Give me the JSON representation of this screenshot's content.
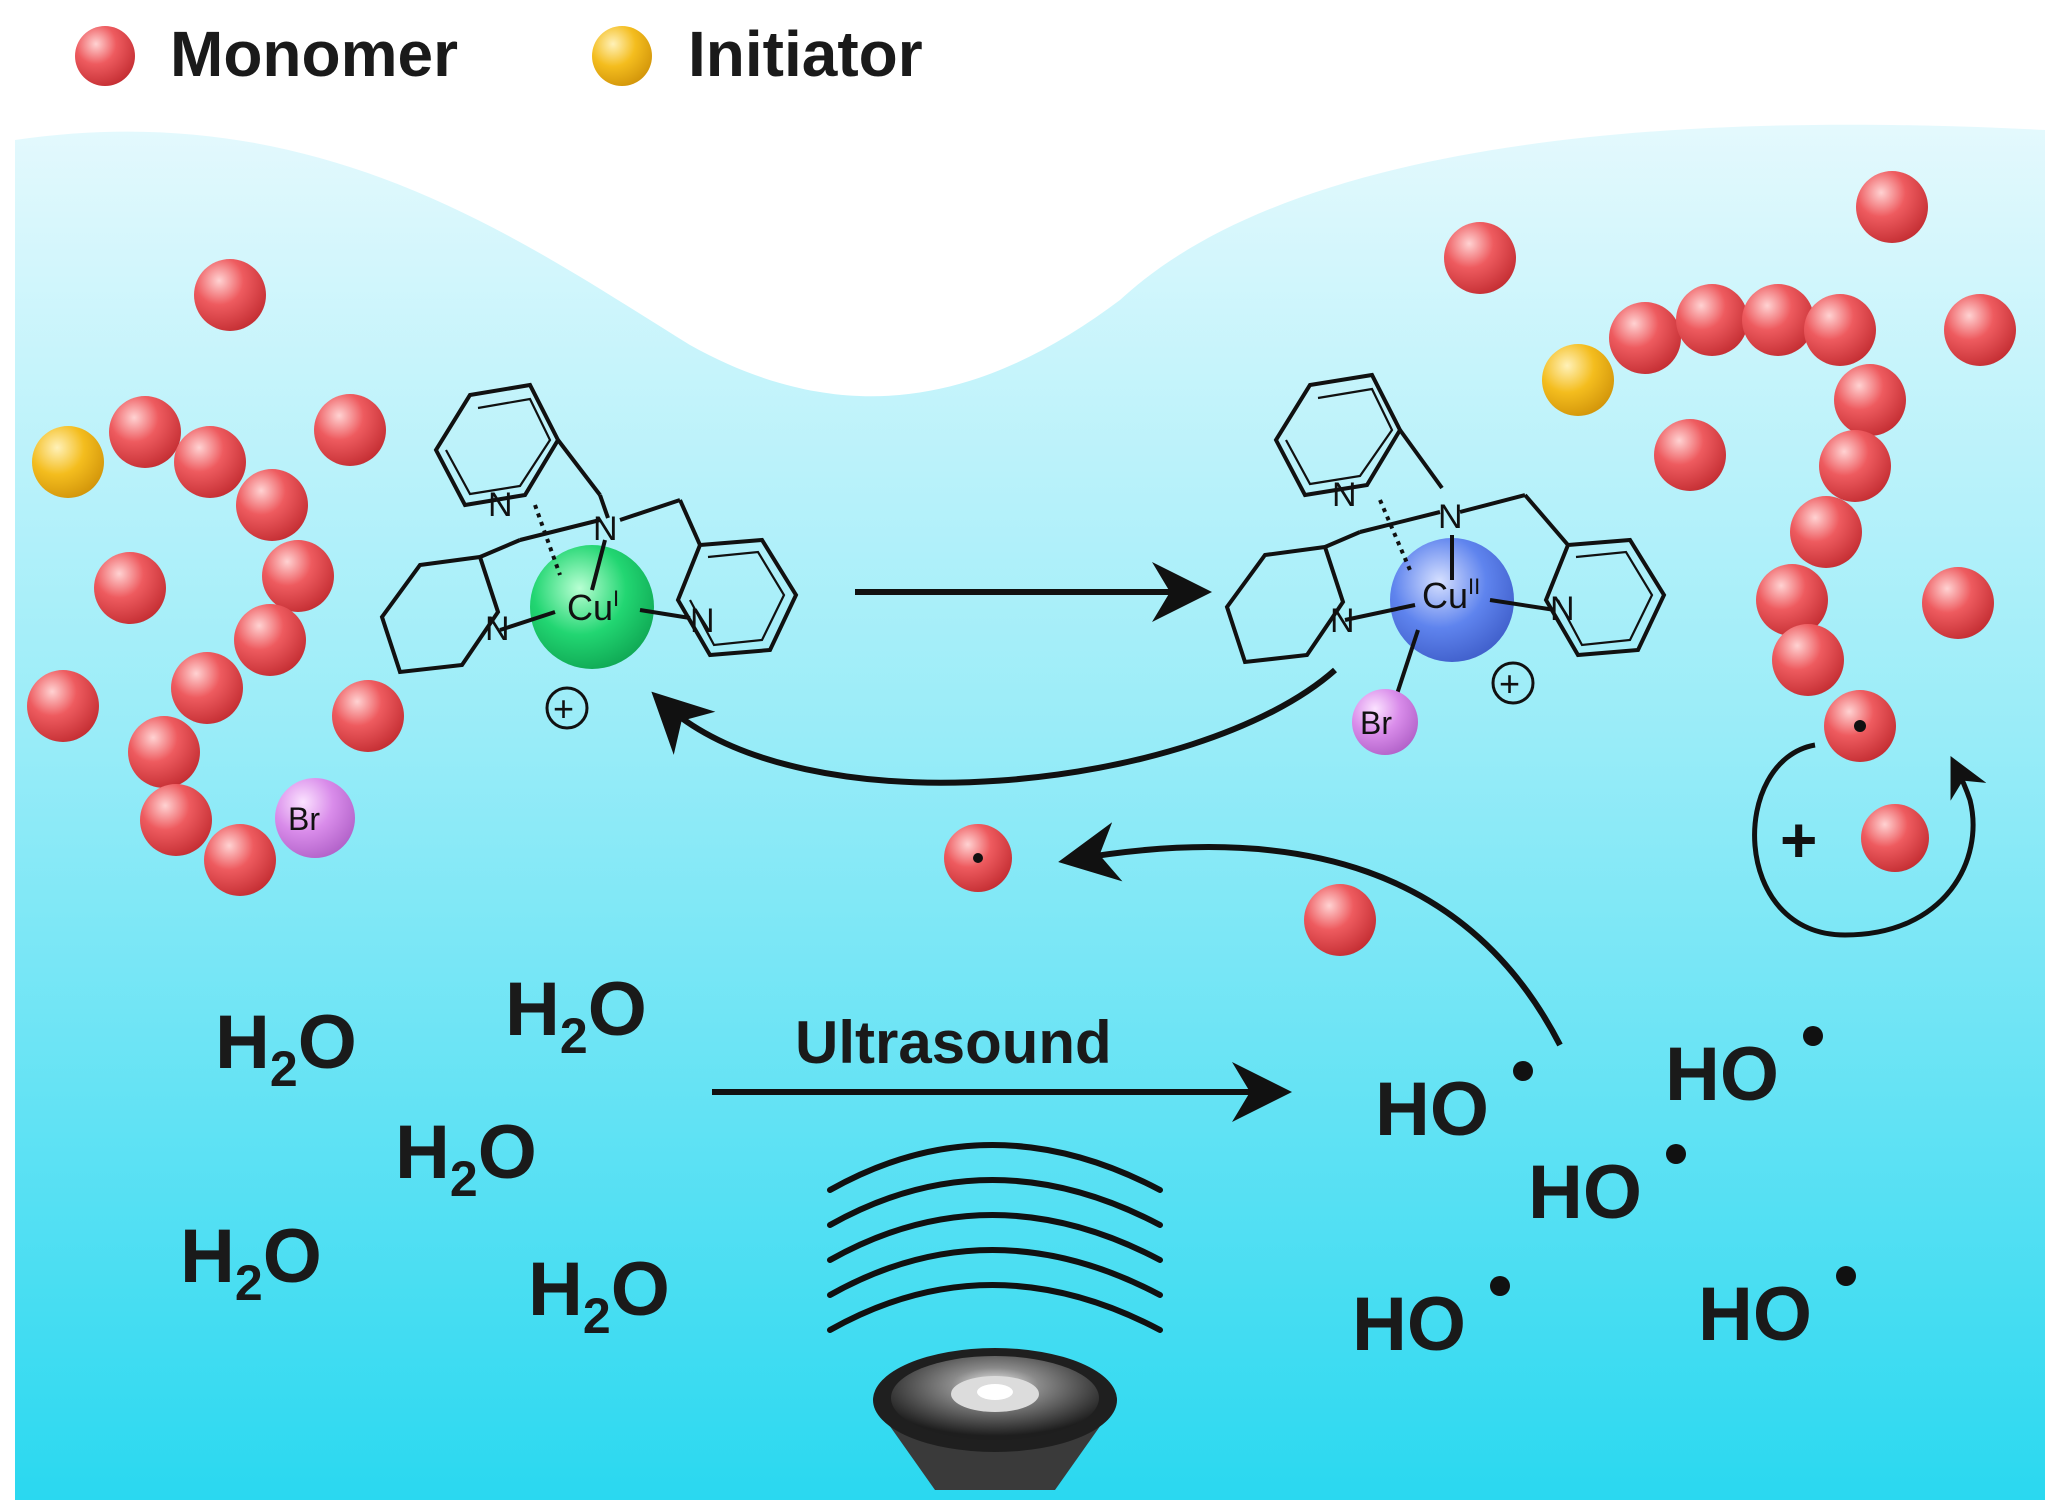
{
  "legend": {
    "monomer": "Monomer",
    "initiator": "Initiator"
  },
  "colors": {
    "monomer": "#e8474b",
    "initiator": "#f2b512",
    "bromine": "#d77fe6",
    "cu_one": "#16c96a",
    "cu_two": "#4f76e6",
    "water": "#2ad8f0"
  },
  "atoms": {
    "nitrogen": "N",
    "cu_one_symbol": "Cu",
    "cu_one_ox": "I",
    "cu_two_symbol": "Cu",
    "cu_two_ox": "II",
    "bromine": "Br",
    "plus": "+"
  },
  "water_label": "H",
  "water_sub": "2",
  "water_tail": "O",
  "radical_label": "HO",
  "ultrasound": "Ultrasound",
  "icons": [
    "speaker-icon",
    "sound-wave-icon",
    "radical-dot-icon"
  ]
}
